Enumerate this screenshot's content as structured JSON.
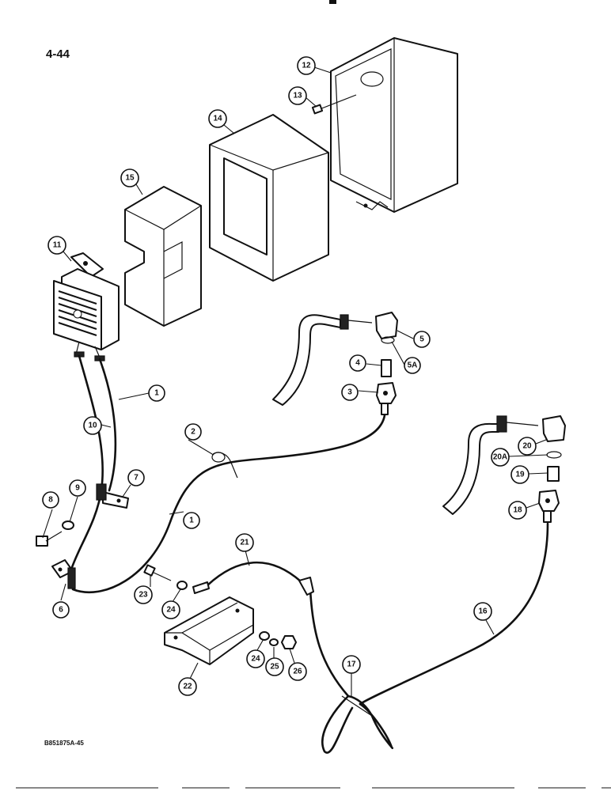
{
  "page_number": "4-44",
  "figure_code": "B851875A-45",
  "callouts": [
    {
      "label": "1"
    },
    {
      "label": "1"
    },
    {
      "label": "2"
    },
    {
      "label": "3"
    },
    {
      "label": "4"
    },
    {
      "label": "5"
    },
    {
      "label": "5A"
    },
    {
      "label": "6"
    },
    {
      "label": "7"
    },
    {
      "label": "8"
    },
    {
      "label": "9"
    },
    {
      "label": "10"
    },
    {
      "label": "11"
    },
    {
      "label": "12"
    },
    {
      "label": "13"
    },
    {
      "label": "14"
    },
    {
      "label": "15"
    },
    {
      "label": "16"
    },
    {
      "label": "17"
    },
    {
      "label": "18"
    },
    {
      "label": "19"
    },
    {
      "label": "20"
    },
    {
      "label": "20A"
    },
    {
      "label": "21"
    },
    {
      "label": "22"
    },
    {
      "label": "23"
    },
    {
      "label": "24"
    },
    {
      "label": "24"
    },
    {
      "label": "25"
    },
    {
      "label": "26"
    }
  ]
}
